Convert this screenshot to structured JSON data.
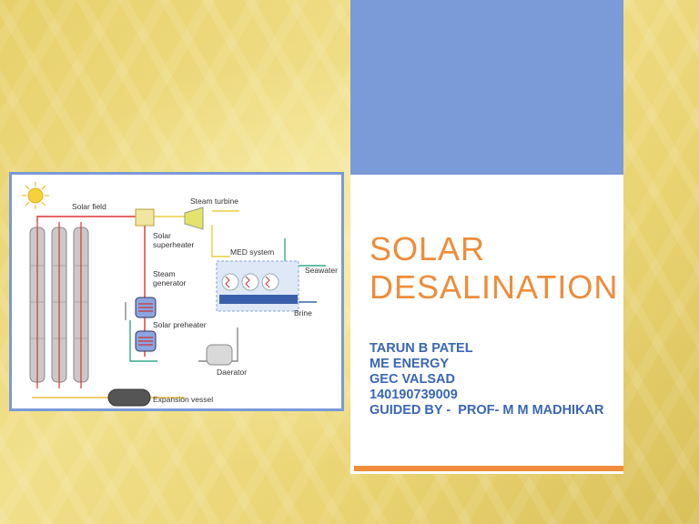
{
  "slide": {
    "title_line1": "SOLAR",
    "title_line2": "DESALINATION",
    "info": [
      "TARUN B PATEL",
      "ME ENERGY",
      "GEC VALSAD",
      "140190739009",
      "GUIDED BY -  PROF- M M MADHIKAR"
    ],
    "colors": {
      "title": "#ef8c3a",
      "info": "#3a66b5",
      "card_top": "#7a9ad8",
      "accent_bar": "#ef8c3a"
    }
  },
  "diagram": {
    "labels": {
      "solar_field": "Solar field",
      "steam_turbine": "Steam turbine",
      "solar_superheater_1": "Solar",
      "solar_superheater_2": "superheater",
      "med_system": "MED system",
      "seawater": "Seawater",
      "steam_generator_1": "Steam",
      "steam_generator_2": "generator",
      "brine": "Brine",
      "solar_preheater": "Solar preheater",
      "daerator": "Daerator",
      "expansion_vessel": "Expansion vessel"
    },
    "icons": [
      "sun-icon"
    ]
  }
}
